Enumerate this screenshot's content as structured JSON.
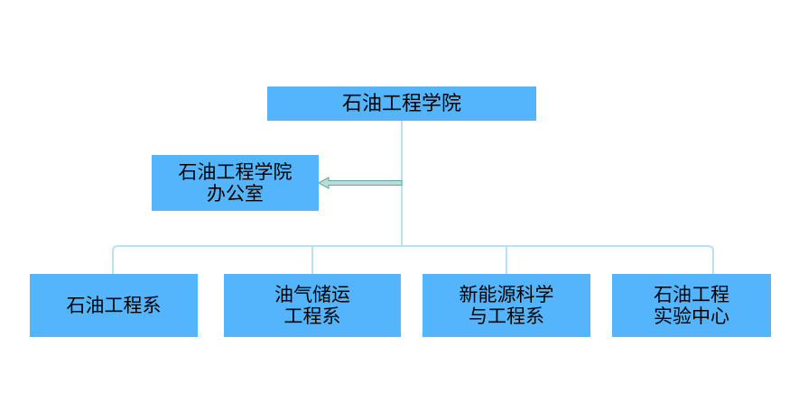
{
  "diagram": {
    "title_node": {
      "label": "石油工程学院",
      "name": "school-of-petroleum-engineering"
    },
    "office_node": {
      "label": "石油工程学院\n办公室",
      "name": "school-office"
    },
    "leaf_nodes": [
      {
        "label": "石油工程系",
        "name": "petroleum-engineering-department"
      },
      {
        "label": "油气储运\n工程系",
        "name": "oil-gas-storage-transportation-department"
      },
      {
        "label": "新能源科学\n与工程系",
        "name": "new-energy-science-engineering-department"
      },
      {
        "label": "石油工程\n实验中心",
        "name": "petroleum-engineering-experiment-center"
      }
    ],
    "colors": {
      "node_fill": "#54b5fc",
      "node_text": "#000000",
      "connector_line": "#bcdff2",
      "arrow_fill": "#b9dcd9",
      "arrow_stroke": "#5ea8a4",
      "background": "#ffffff"
    },
    "connectors": {
      "arrow_direction": "left",
      "arrow_name": "office-link-arrow"
    }
  }
}
